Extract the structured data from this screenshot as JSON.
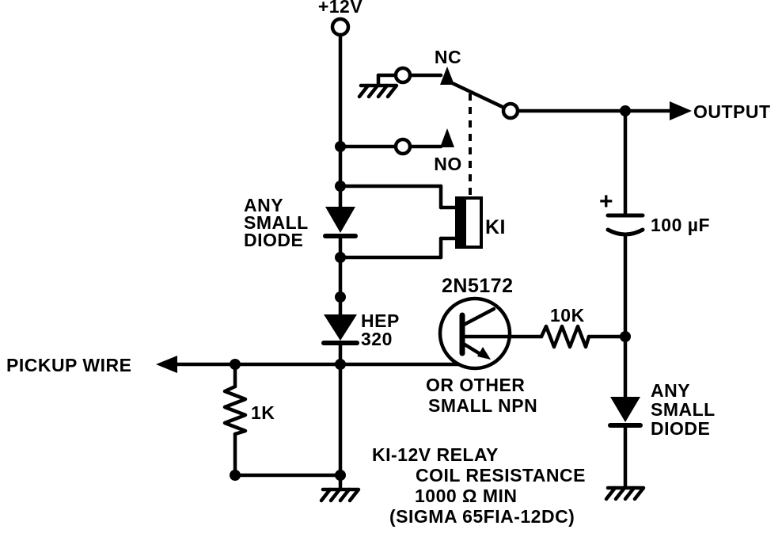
{
  "schematic": {
    "background_color": "#ffffff",
    "ink_color": "#000000",
    "power_label": "+12V",
    "contacts": {
      "nc": "NC",
      "no": "NO"
    },
    "relay": {
      "designator": "KI"
    },
    "output_label": "OUTPUT",
    "capacitor": {
      "polarity": "+",
      "value": "100 µF"
    },
    "flyback_diode": {
      "line1": "ANY",
      "line2": "SMALL",
      "line3": "DIODE"
    },
    "detector_diode": {
      "line1": "HEP",
      "line2": "320"
    },
    "transistor": {
      "part": "2N5172",
      "note1": "OR OTHER",
      "note2": "SMALL NPN"
    },
    "base_resistor": "10K",
    "output_diode": {
      "line1": "ANY",
      "line2": "SMALL",
      "line3": "DIODE"
    },
    "pickup_label": "PICKUP WIRE",
    "pickup_resistor": "1K",
    "notes": {
      "line1": "KI-12V RELAY",
      "line2": "COIL RESISTANCE",
      "line3": "1000 Ω MIN",
      "line4": "(SIGMA 65FIA-12DC)"
    }
  }
}
